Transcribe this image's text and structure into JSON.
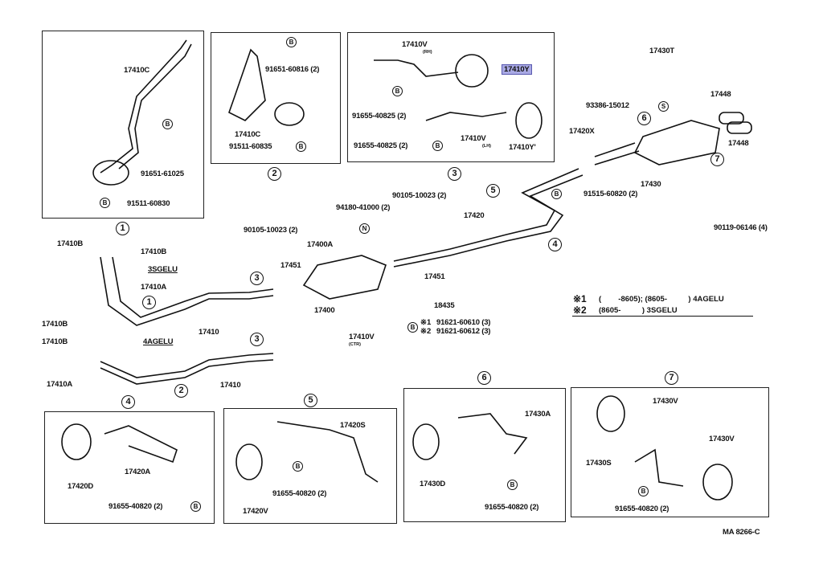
{
  "diagram": {
    "code": "MA 8266-C",
    "engine_notes": {
      "note1": {
        "mark": "※1",
        "text": "(        -8605); (8605-          ) 4AGELU"
      },
      "note2": {
        "mark": "※2",
        "text": "(8605-          ) 3SGELU"
      }
    },
    "engine_labels": {
      "top": "3SGELU",
      "bottom": "4AGELU"
    },
    "detail_refs": [
      "1",
      "2",
      "3",
      "4",
      "5",
      "6",
      "7"
    ],
    "fastener_marks": {
      "bolt": "B",
      "spring": "S",
      "nut": "N"
    },
    "highlighted_part": "17410Y",
    "panels": {
      "p1": {
        "labels": [
          "17410C",
          "91651-61025",
          "91511-60830"
        ]
      },
      "p2": {
        "ref": "2",
        "labels": [
          "91651-60816 (2)",
          "17410C",
          "91511-60835"
        ]
      },
      "p3": {
        "ref": "3",
        "labels": [
          "17410V",
          "(RH)",
          "17410Y",
          "91655-40825 (2)",
          "91655-40825 (2)",
          "17410V",
          "(LH)",
          "17410Y'"
        ]
      },
      "p4": {
        "ref": "4",
        "labels": [
          "17420D",
          "17420A",
          "91655-40820 (2)"
        ]
      },
      "p5": {
        "ref": "5",
        "labels": [
          "17420S",
          "91655-40820 (2)",
          "17420V"
        ]
      },
      "p6": {
        "ref": "6",
        "labels": [
          "17430A",
          "17430D",
          "91655-40820 (2)"
        ]
      },
      "p7": {
        "ref": "7",
        "labels": [
          "17430V",
          "17430S",
          "17430V",
          "91655-40820 (2)"
        ]
      }
    },
    "main": {
      "labels": {
        "g1a": "17410B",
        "g1b": "17410B",
        "pipe_top_a": "17410A",
        "pipe_top": "17410",
        "g2a": "17410B",
        "g2b": "17410B",
        "pipe_bot_a": "17410A",
        "pipe_bot": "17410",
        "bolt_left": "90105-10023 (2)",
        "gasket_left": "17451",
        "converter": "17400",
        "nut": "94180-41000 (2)",
        "heat_ins": "17400A",
        "bolt_mid": "90105-10023 (2)",
        "gasket_right": "17451",
        "center_pipe": "17420",
        "protector": "18435",
        "ref1_bolt": "91621-60610 (3)",
        "ref2_bolt": "91621-60612 (3)",
        "ctr_hanger": "17410V",
        "ctr_sub": "(CTR)",
        "gasket_tail": "17420X",
        "tail_bolt": "91515-60820 (2)",
        "muffler": "17430",
        "cushion": "17430T",
        "spring": "93386-15012",
        "tip1": "17448",
        "tip2": "17448",
        "tail_screw": "90119-06146 (4)"
      }
    }
  }
}
